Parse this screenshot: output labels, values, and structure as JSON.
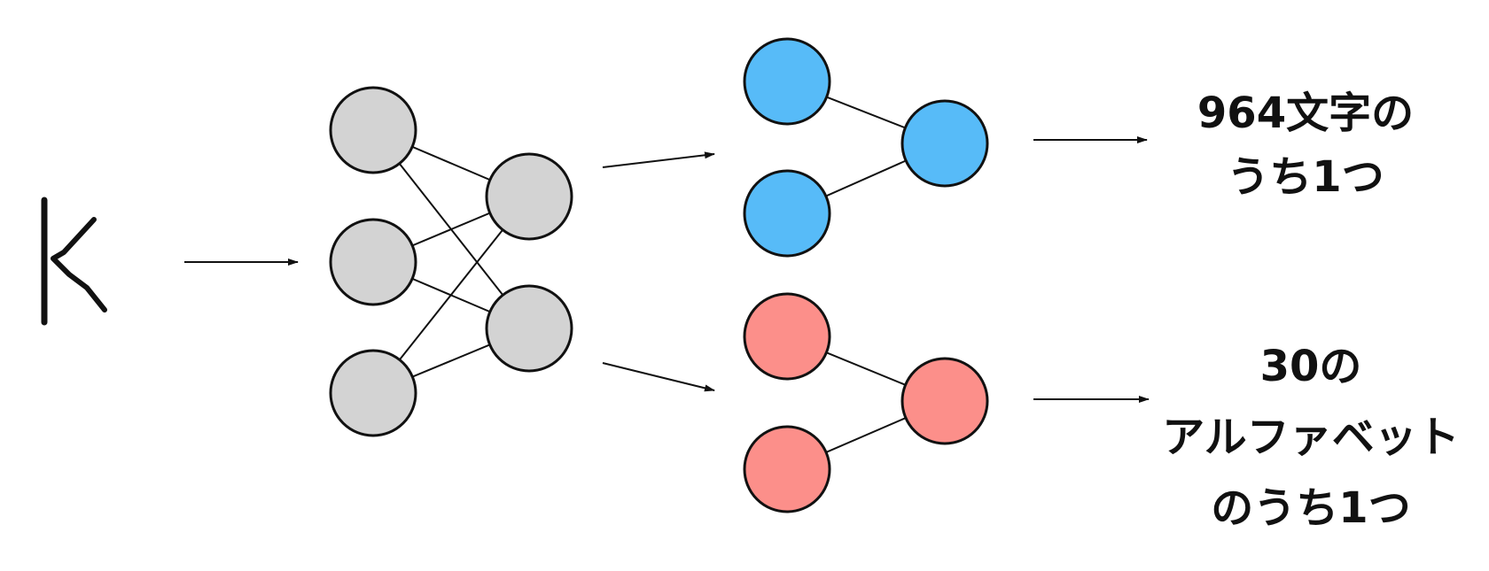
{
  "input_glyph": "handwritten-k-glyph",
  "labels": {
    "top_output_line1": "964文字の",
    "top_output_line2": "うち1つ",
    "bottom_output_line1": "30の",
    "bottom_output_line2": "アルファベット",
    "bottom_output_line3": "のうち1つ"
  },
  "colors": {
    "shared_node": "#d3d3d3",
    "top_head_node": "#57bbf8",
    "bottom_head_node": "#fc8f8a",
    "stroke": "#111111"
  }
}
